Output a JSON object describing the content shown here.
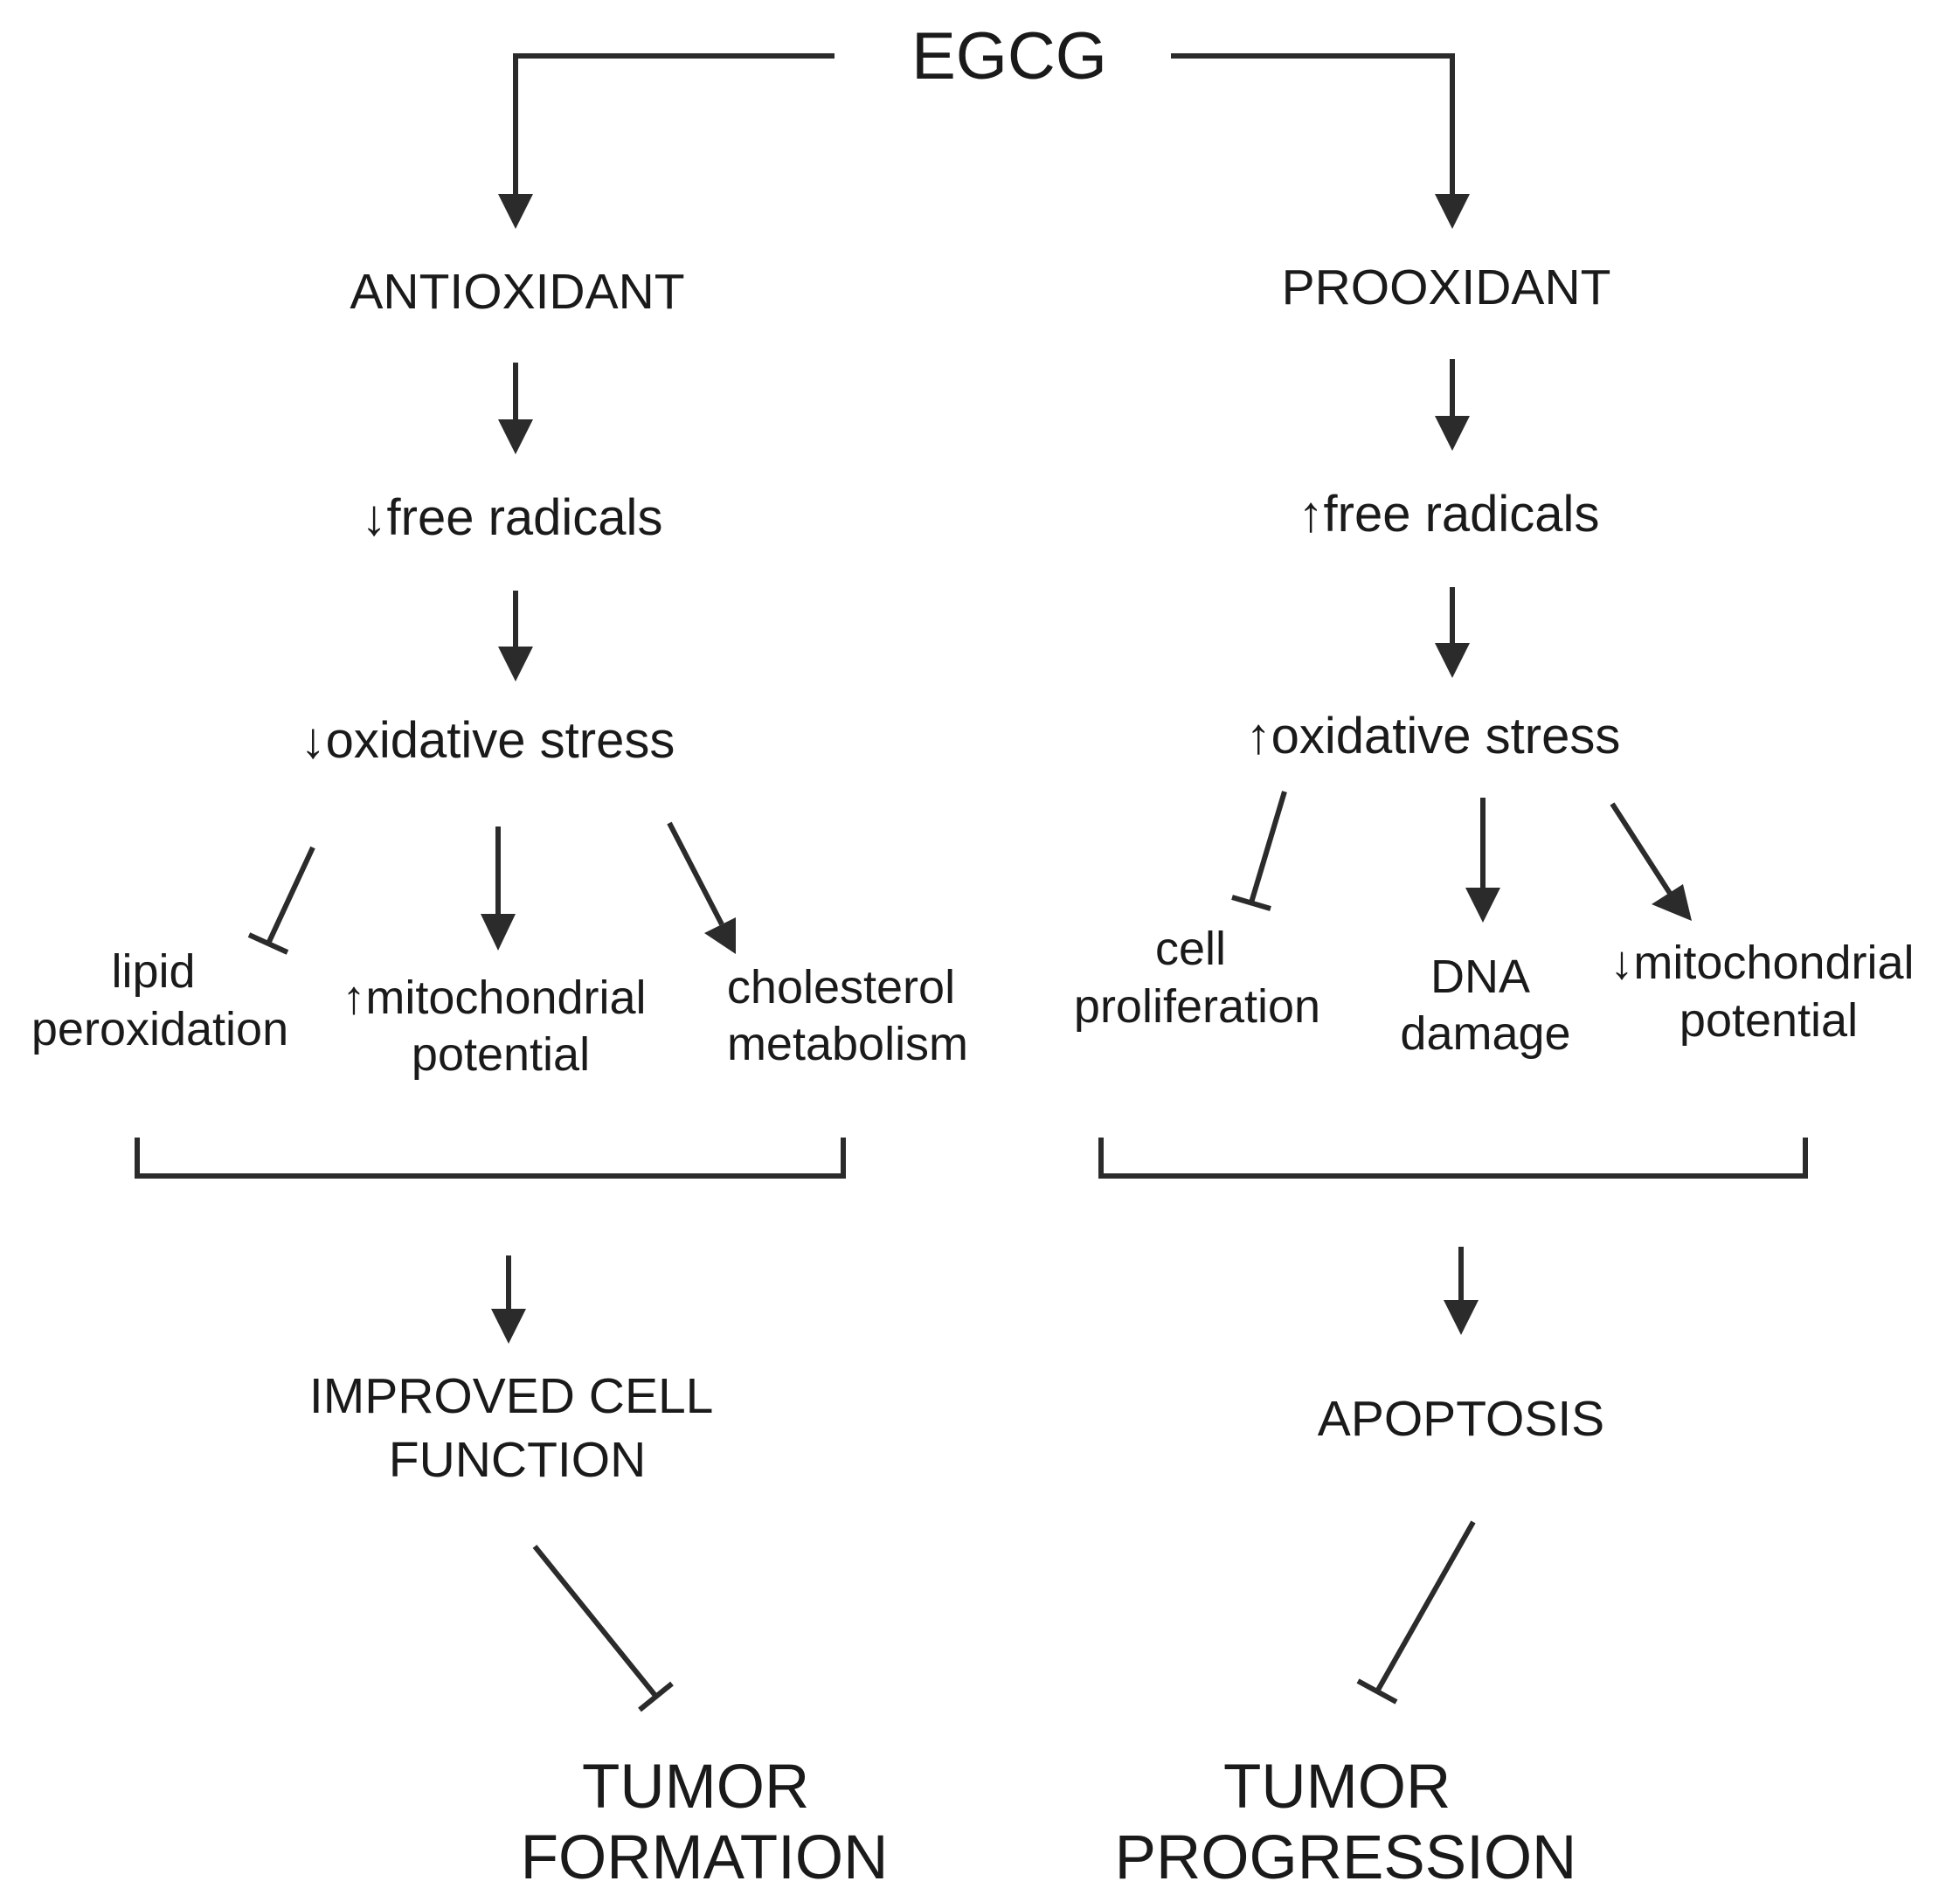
{
  "diagram": {
    "root": "EGCG",
    "antioxidant": {
      "label": "ANTIOXIDANT",
      "free_radicals": "↓free radicals",
      "oxidative_stress": "↓oxidative stress",
      "effects": {
        "lipid": [
          "lipid",
          "peroxidation"
        ],
        "mito": [
          "↑mitochondrial",
          "potential"
        ],
        "cholesterol": [
          "cholesterol",
          "metabolism"
        ]
      },
      "result": [
        "IMPROVED CELL",
        "FUNCTION"
      ],
      "outcome": [
        "TUMOR",
        "FORMATION"
      ]
    },
    "prooxidant": {
      "label": "PROOXIDANT",
      "free_radicals": "↑free radicals",
      "oxidative_stress": "↑oxidative stress",
      "effects": {
        "cell": [
          "cell",
          "proliferation"
        ],
        "dna": [
          "DNA",
          "damage"
        ],
        "mito": [
          "↓mitochondrial",
          "potential"
        ]
      },
      "result": [
        "APOPTOSIS"
      ],
      "outcome": [
        "TUMOR",
        "PROGRESSION"
      ]
    }
  }
}
